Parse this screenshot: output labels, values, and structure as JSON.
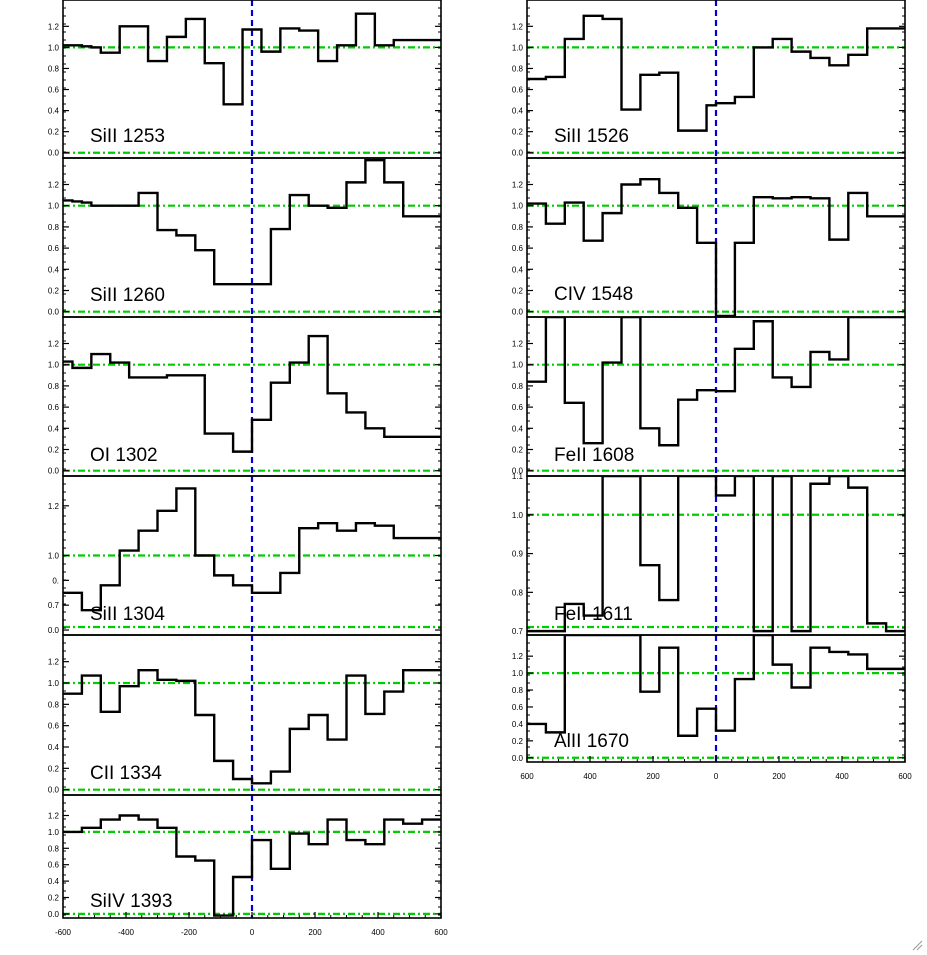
{
  "chart_data": [
    {
      "type": "line",
      "title": "SiII 1253",
      "ylim": [
        -0.05,
        1.45
      ],
      "yticks": [
        {
          "v": 0,
          "l": "0.0"
        },
        {
          "v": 0.2,
          "l": "0.2"
        },
        {
          "v": 0.4,
          "l": "0.4"
        },
        {
          "v": 0.6,
          "l": "0.6"
        },
        {
          "v": 0.8,
          "l": "0.8"
        },
        {
          "v": 1.0,
          "l": "1.0"
        },
        {
          "v": 1.2,
          "l": "1.2"
        }
      ],
      "x": [
        -600,
        -570,
        -540,
        -510,
        -480,
        -450,
        -420,
        -390,
        -360,
        -330,
        -300,
        -270,
        -240,
        -210,
        -180,
        -150,
        -120,
        -90,
        -60,
        -30,
        0,
        30,
        60,
        90,
        120,
        150,
        180,
        210,
        240,
        270,
        300,
        330,
        360,
        390,
        420,
        450,
        480,
        510,
        540,
        570,
        600
      ],
      "y": [
        1.02,
        1.02,
        1.01,
        1.0,
        0.95,
        0.95,
        1.2,
        1.2,
        1.2,
        0.87,
        0.87,
        1.1,
        1.1,
        1.27,
        1.27,
        0.85,
        0.85,
        0.46,
        0.46,
        1.17,
        1.17,
        0.96,
        0.96,
        1.18,
        1.18,
        1.16,
        1.16,
        0.87,
        0.87,
        1.02,
        1.02,
        1.32,
        1.32,
        1.02,
        1.02,
        1.07,
        1.07,
        1.07,
        1.07,
        1.07,
        1.07
      ],
      "series": []
    },
    {
      "type": "line",
      "title": "SiII 1260",
      "ylim": [
        -0.05,
        1.45
      ],
      "yticks": [
        {
          "v": 0,
          "l": "0.0"
        },
        {
          "v": 0.2,
          "l": "0.2"
        },
        {
          "v": 0.4,
          "l": "0.4"
        },
        {
          "v": 0.6,
          "l": "0.6"
        },
        {
          "v": 0.8,
          "l": "0.8"
        },
        {
          "v": 1.0,
          "l": "1.0"
        },
        {
          "v": 1.2,
          "l": "1.2"
        }
      ],
      "x": [
        -600,
        -570,
        -540,
        -510,
        -480,
        -450,
        -420,
        -390,
        -360,
        -330,
        -300,
        -270,
        -240,
        -210,
        -180,
        -150,
        -120,
        -90,
        -60,
        -30,
        0,
        30,
        60,
        90,
        120,
        150,
        180,
        210,
        240,
        270,
        300,
        330,
        360,
        390,
        420,
        450,
        480,
        510,
        540,
        570,
        600
      ],
      "y": [
        1.05,
        1.04,
        1.03,
        1.0,
        1.0,
        1.0,
        1.0,
        1.0,
        1.12,
        1.12,
        0.77,
        0.77,
        0.72,
        0.72,
        0.58,
        0.58,
        0.26,
        0.26,
        0.26,
        0.26,
        0.26,
        0.26,
        0.78,
        0.78,
        1.1,
        1.1,
        1.0,
        1.0,
        0.98,
        0.98,
        1.22,
        1.22,
        1.43,
        1.43,
        1.22,
        1.22,
        0.9,
        0.9,
        0.9,
        0.9,
        0.9
      ],
      "series": []
    },
    {
      "type": "line",
      "title": "OI 1302",
      "ylim": [
        -0.05,
        1.45
      ],
      "yticks": [
        {
          "v": 0,
          "l": "0.0"
        },
        {
          "v": 0.2,
          "l": "0.2"
        },
        {
          "v": 0.4,
          "l": "0.4"
        },
        {
          "v": 0.6,
          "l": "0.6"
        },
        {
          "v": 0.8,
          "l": "0.8"
        },
        {
          "v": 1.0,
          "l": "1.0"
        },
        {
          "v": 1.2,
          "l": "1.2"
        }
      ],
      "x": [
        -600,
        -570,
        -540,
        -510,
        -480,
        -450,
        -420,
        -390,
        -360,
        -330,
        -300,
        -270,
        -240,
        -210,
        -180,
        -150,
        -120,
        -90,
        -60,
        -30,
        0,
        30,
        60,
        90,
        120,
        150,
        180,
        210,
        240,
        270,
        300,
        330,
        360,
        390,
        420,
        450,
        480,
        510,
        540,
        570,
        600
      ],
      "y": [
        1.03,
        0.97,
        0.97,
        1.1,
        1.1,
        1.02,
        1.02,
        0.88,
        0.88,
        0.88,
        0.88,
        0.9,
        0.9,
        0.9,
        0.9,
        0.35,
        0.35,
        0.35,
        0.18,
        0.18,
        0.48,
        0.48,
        0.83,
        0.83,
        1.02,
        1.02,
        1.27,
        1.27,
        0.73,
        0.73,
        0.55,
        0.55,
        0.4,
        0.4,
        0.32,
        0.32,
        0.32,
        0.32,
        0.32,
        0.32,
        0.32
      ],
      "series": []
    },
    {
      "type": "line",
      "title": "SiII 1304",
      "ylim": [
        0.68,
        1.32
      ],
      "yticks": [
        {
          "v": 0.7,
          "l": "0.0"
        },
        {
          "v": 0.8,
          "l": "0.7"
        },
        {
          "v": 0.9,
          "l": "0."
        },
        {
          "v": 1.0,
          "l": "1.0"
        },
        {
          "v": 1.2,
          "l": "1.2"
        }
      ],
      "x": [
        -600,
        -570,
        -540,
        -510,
        -480,
        -450,
        -420,
        -390,
        -360,
        -330,
        -300,
        -270,
        -240,
        -210,
        -180,
        -150,
        -120,
        -90,
        -60,
        -30,
        0,
        30,
        60,
        90,
        120,
        150,
        180,
        210,
        240,
        270,
        300,
        330,
        360,
        390,
        420,
        450,
        480,
        510,
        540,
        570,
        600
      ],
      "y": [
        0.85,
        0.85,
        0.78,
        0.78,
        0.88,
        0.88,
        1.02,
        1.02,
        1.1,
        1.1,
        1.18,
        1.18,
        1.27,
        1.27,
        1.0,
        1.0,
        0.92,
        0.92,
        0.88,
        0.88,
        0.85,
        0.85,
        0.85,
        0.93,
        0.93,
        1.11,
        1.11,
        1.13,
        1.13,
        1.1,
        1.1,
        1.13,
        1.13,
        1.12,
        1.12,
        1.07,
        1.07,
        1.07,
        1.07,
        1.07,
        1.07
      ],
      "series": []
    },
    {
      "type": "line",
      "title": "CII 1334",
      "ylim": [
        -0.05,
        1.45
      ],
      "yticks": [
        {
          "v": 0,
          "l": "0.0"
        },
        {
          "v": 0.2,
          "l": "0.2"
        },
        {
          "v": 0.4,
          "l": "0.4"
        },
        {
          "v": 0.6,
          "l": "0.6"
        },
        {
          "v": 0.8,
          "l": "0.8"
        },
        {
          "v": 1.0,
          "l": "1.0"
        },
        {
          "v": 1.2,
          "l": "1.2"
        }
      ],
      "x": [
        -600,
        -570,
        -540,
        -510,
        -480,
        -450,
        -420,
        -390,
        -360,
        -330,
        -300,
        -270,
        -240,
        -210,
        -180,
        -150,
        -120,
        -90,
        -60,
        -30,
        0,
        30,
        60,
        90,
        120,
        150,
        180,
        210,
        240,
        270,
        300,
        330,
        360,
        390,
        420,
        450,
        480,
        510,
        540,
        570,
        600
      ],
      "y": [
        0.9,
        0.9,
        1.07,
        1.07,
        0.73,
        0.73,
        0.97,
        0.97,
        1.12,
        1.12,
        1.03,
        1.03,
        1.02,
        1.02,
        0.7,
        0.7,
        0.27,
        0.27,
        0.1,
        0.1,
        0.06,
        0.06,
        0.17,
        0.17,
        0.57,
        0.57,
        0.7,
        0.7,
        0.47,
        0.47,
        1.07,
        1.07,
        0.71,
        0.71,
        0.92,
        0.92,
        1.12,
        1.12,
        1.12,
        1.12,
        1.12
      ],
      "series": []
    },
    {
      "type": "line",
      "title": "SiIV 1393",
      "ylim": [
        -0.05,
        1.45
      ],
      "yticks": [
        {
          "v": 0,
          "l": "0.0"
        },
        {
          "v": 0.2,
          "l": "0.2"
        },
        {
          "v": 0.4,
          "l": "0.4"
        },
        {
          "v": 0.6,
          "l": "0.6"
        },
        {
          "v": 0.8,
          "l": "0.8"
        },
        {
          "v": 1.0,
          "l": "1.0"
        },
        {
          "v": 1.2,
          "l": "1.2"
        }
      ],
      "x": [
        -600,
        -570,
        -540,
        -510,
        -480,
        -450,
        -420,
        -390,
        -360,
        -330,
        -300,
        -270,
        -240,
        -210,
        -180,
        -150,
        -120,
        -90,
        -60,
        -30,
        0,
        30,
        60,
        90,
        120,
        150,
        180,
        210,
        240,
        270,
        300,
        330,
        360,
        390,
        420,
        450,
        480,
        510,
        540,
        570,
        600
      ],
      "y": [
        1.0,
        1.0,
        1.05,
        1.05,
        1.15,
        1.15,
        1.2,
        1.2,
        1.15,
        1.15,
        1.05,
        1.05,
        0.7,
        0.7,
        0.65,
        0.65,
        -0.02,
        -0.02,
        0.45,
        0.45,
        0.9,
        0.9,
        0.55,
        0.55,
        0.98,
        0.98,
        0.85,
        0.85,
        1.15,
        1.15,
        0.9,
        0.9,
        0.85,
        0.85,
        1.15,
        1.15,
        1.1,
        1.1,
        1.15,
        1.15,
        1.15
      ],
      "series": []
    },
    {
      "type": "line",
      "title": "SiII 1526",
      "ylim": [
        -0.05,
        1.45
      ],
      "yticks": [
        {
          "v": 0,
          "l": "0.0"
        },
        {
          "v": 0.2,
          "l": "0.2"
        },
        {
          "v": 0.4,
          "l": "0.4"
        },
        {
          "v": 0.6,
          "l": "0.6"
        },
        {
          "v": 0.8,
          "l": "0.8"
        },
        {
          "v": 1.0,
          "l": "1.0"
        },
        {
          "v": 1.2,
          "l": "1.2"
        }
      ],
      "x": [
        -600,
        -570,
        -540,
        -510,
        -480,
        -450,
        -420,
        -390,
        -360,
        -330,
        -300,
        -270,
        -240,
        -210,
        -180,
        -150,
        -120,
        -90,
        -60,
        -30,
        0,
        30,
        60,
        90,
        120,
        150,
        180,
        210,
        240,
        270,
        300,
        330,
        360,
        390,
        420,
        450,
        480,
        510,
        540,
        570,
        600
      ],
      "y": [
        0.7,
        0.7,
        0.72,
        0.72,
        1.08,
        1.08,
        1.3,
        1.3,
        1.27,
        1.27,
        0.41,
        0.41,
        0.74,
        0.74,
        0.76,
        0.76,
        0.21,
        0.21,
        0.21,
        0.45,
        0.47,
        0.47,
        0.53,
        0.53,
        1.0,
        1.0,
        1.08,
        1.08,
        0.96,
        0.96,
        0.9,
        0.9,
        0.83,
        0.83,
        0.93,
        0.93,
        1.18,
        1.18,
        1.18,
        1.18,
        1.18
      ],
      "series": []
    },
    {
      "type": "line",
      "title": "CIV 1548",
      "ylim": [
        -0.05,
        1.45
      ],
      "yticks": [
        {
          "v": 0,
          "l": "0.0"
        },
        {
          "v": 0.2,
          "l": "0.2"
        },
        {
          "v": 0.4,
          "l": "0.4"
        },
        {
          "v": 0.6,
          "l": "0.6"
        },
        {
          "v": 0.8,
          "l": "0.8"
        },
        {
          "v": 1.0,
          "l": "1.0"
        },
        {
          "v": 1.2,
          "l": "1.2"
        }
      ],
      "x": [
        -600,
        -570,
        -540,
        -510,
        -480,
        -450,
        -420,
        -390,
        -360,
        -330,
        -300,
        -270,
        -240,
        -210,
        -180,
        -150,
        -120,
        -90,
        -60,
        -30,
        0,
        30,
        60,
        90,
        120,
        150,
        180,
        210,
        240,
        270,
        300,
        330,
        360,
        390,
        420,
        450,
        480,
        510,
        540,
        570,
        600
      ],
      "y": [
        1.02,
        1.02,
        0.83,
        0.83,
        1.03,
        1.03,
        0.67,
        0.67,
        0.93,
        0.93,
        1.2,
        1.2,
        1.25,
        1.25,
        1.12,
        1.12,
        0.98,
        0.98,
        0.65,
        0.65,
        -0.04,
        -0.04,
        0.65,
        0.65,
        1.08,
        1.08,
        1.07,
        1.07,
        1.08,
        1.08,
        1.07,
        1.07,
        0.68,
        0.68,
        1.12,
        1.12,
        0.9,
        0.9,
        0.9,
        0.9,
        0.9
      ],
      "series": []
    },
    {
      "type": "line",
      "title": "FeII 1608",
      "ylim": [
        -0.05,
        1.45
      ],
      "yticks": [
        {
          "v": 0,
          "l": "0.0"
        },
        {
          "v": 0.2,
          "l": "0.2"
        },
        {
          "v": 0.4,
          "l": "0.4"
        },
        {
          "v": 0.6,
          "l": "0.6"
        },
        {
          "v": 0.8,
          "l": "0.8"
        },
        {
          "v": 1.0,
          "l": "1.0"
        },
        {
          "v": 1.2,
          "l": "1.2"
        }
      ],
      "x": [
        -600,
        -570,
        -540,
        -510,
        -480,
        -450,
        -420,
        -390,
        -360,
        -330,
        -300,
        -270,
        -240,
        -210,
        -180,
        -150,
        -120,
        -90,
        -60,
        -30,
        0,
        30,
        60,
        90,
        120,
        150,
        180,
        210,
        240,
        270,
        300,
        330,
        360,
        390,
        420,
        450,
        480,
        510,
        540,
        570,
        600
      ],
      "y": [
        0.84,
        0.84,
        1.45,
        1.45,
        0.64,
        0.64,
        0.26,
        0.26,
        1.02,
        1.02,
        1.45,
        1.45,
        0.4,
        0.4,
        0.24,
        0.24,
        0.67,
        0.67,
        0.76,
        0.76,
        0.75,
        0.75,
        1.15,
        1.15,
        1.41,
        1.41,
        0.88,
        0.88,
        0.79,
        0.79,
        1.12,
        1.12,
        1.05,
        1.05,
        1.45,
        1.45,
        1.45,
        1.45,
        1.45,
        1.45,
        1.45
      ],
      "series": []
    },
    {
      "type": "line",
      "title": "FeII 1611",
      "ylim": [
        0.69,
        1.1
      ],
      "yticks": [
        {
          "v": 0.7,
          "l": "0.7"
        },
        {
          "v": 0.8,
          "l": "0.8"
        },
        {
          "v": 0.9,
          "l": "0.9"
        },
        {
          "v": 1.0,
          "l": "1.0"
        },
        {
          "v": 1.1,
          "l": "1.1"
        }
      ],
      "x": [
        -600,
        -570,
        -540,
        -510,
        -480,
        -450,
        -420,
        -390,
        -360,
        -330,
        -300,
        -270,
        -240,
        -210,
        -180,
        -150,
        -120,
        -90,
        -60,
        -30,
        0,
        30,
        60,
        90,
        120,
        150,
        180,
        210,
        240,
        270,
        300,
        330,
        360,
        390,
        420,
        450,
        480,
        510,
        540,
        570,
        600
      ],
      "y": [
        0.7,
        0.7,
        0.7,
        0.7,
        0.77,
        0.77,
        0.74,
        0.74,
        1.1,
        1.1,
        1.1,
        1.1,
        0.87,
        0.87,
        0.78,
        0.78,
        1.1,
        1.1,
        1.1,
        1.1,
        1.05,
        1.05,
        1.1,
        1.1,
        0.7,
        0.7,
        1.1,
        1.1,
        0.7,
        0.7,
        1.08,
        1.08,
        1.1,
        1.1,
        1.07,
        1.07,
        0.72,
        0.72,
        0.7,
        0.7,
        0.7
      ],
      "series": []
    },
    {
      "type": "line",
      "title": "AlII 1670",
      "ylim": [
        -0.05,
        1.45
      ],
      "yticks": [
        {
          "v": 0,
          "l": "0.0"
        },
        {
          "v": 0.2,
          "l": "0.2"
        },
        {
          "v": 0.4,
          "l": "0.4"
        },
        {
          "v": 0.6,
          "l": "0.6"
        },
        {
          "v": 0.8,
          "l": "0.8"
        },
        {
          "v": 1.0,
          "l": "1.0"
        },
        {
          "v": 1.2,
          "l": "1.2"
        }
      ],
      "x": [
        -600,
        -570,
        -540,
        -510,
        -480,
        -450,
        -420,
        -390,
        -360,
        -330,
        -300,
        -270,
        -240,
        -210,
        -180,
        -150,
        -120,
        -90,
        -60,
        -30,
        0,
        30,
        60,
        90,
        120,
        150,
        180,
        210,
        240,
        270,
        300,
        330,
        360,
        390,
        420,
        450,
        480,
        510,
        540,
        570,
        600
      ],
      "y": [
        0.4,
        0.4,
        0.3,
        0.3,
        1.45,
        1.45,
        1.45,
        1.45,
        1.45,
        1.45,
        1.45,
        1.45,
        0.78,
        0.78,
        1.3,
        1.3,
        0.26,
        0.26,
        0.58,
        0.58,
        0.32,
        0.32,
        0.93,
        0.93,
        1.45,
        1.45,
        1.1,
        1.1,
        0.83,
        0.83,
        1.3,
        1.3,
        1.25,
        1.25,
        1.22,
        1.22,
        1.05,
        1.05,
        1.05,
        1.05,
        1.05
      ],
      "series": []
    }
  ],
  "xaxis_ticks": [
    {
      "v": -600,
      "l": "-600"
    },
    {
      "v": -400,
      "l": "-400"
    },
    {
      "v": -200,
      "l": "-200"
    },
    {
      "v": 0,
      "l": "0"
    },
    {
      "v": 200,
      "l": "200"
    },
    {
      "v": 400,
      "l": "400"
    },
    {
      "v": 600,
      "l": "600"
    }
  ],
  "xaxis_ticks_right": [
    {
      "v": -600,
      "l": "600"
    },
    {
      "v": -400,
      "l": "400"
    },
    {
      "v": -200,
      "l": "200"
    },
    {
      "v": 0,
      "l": "0"
    },
    {
      "v": 200,
      "l": "200"
    },
    {
      "v": 400,
      "l": "400"
    },
    {
      "v": 600,
      "l": "600"
    }
  ],
  "xlim": [
    -600,
    600
  ],
  "reference_lines": {
    "continuum": 1.0,
    "zero": 0.0,
    "velocity_zero": 0
  },
  "colors": {
    "data": "#000000",
    "continuum": "#00cc00",
    "velocity_zero": "#0000dd",
    "axes": "#000000"
  },
  "icons": {
    "resize_grip": "resize-grip-icon"
  }
}
